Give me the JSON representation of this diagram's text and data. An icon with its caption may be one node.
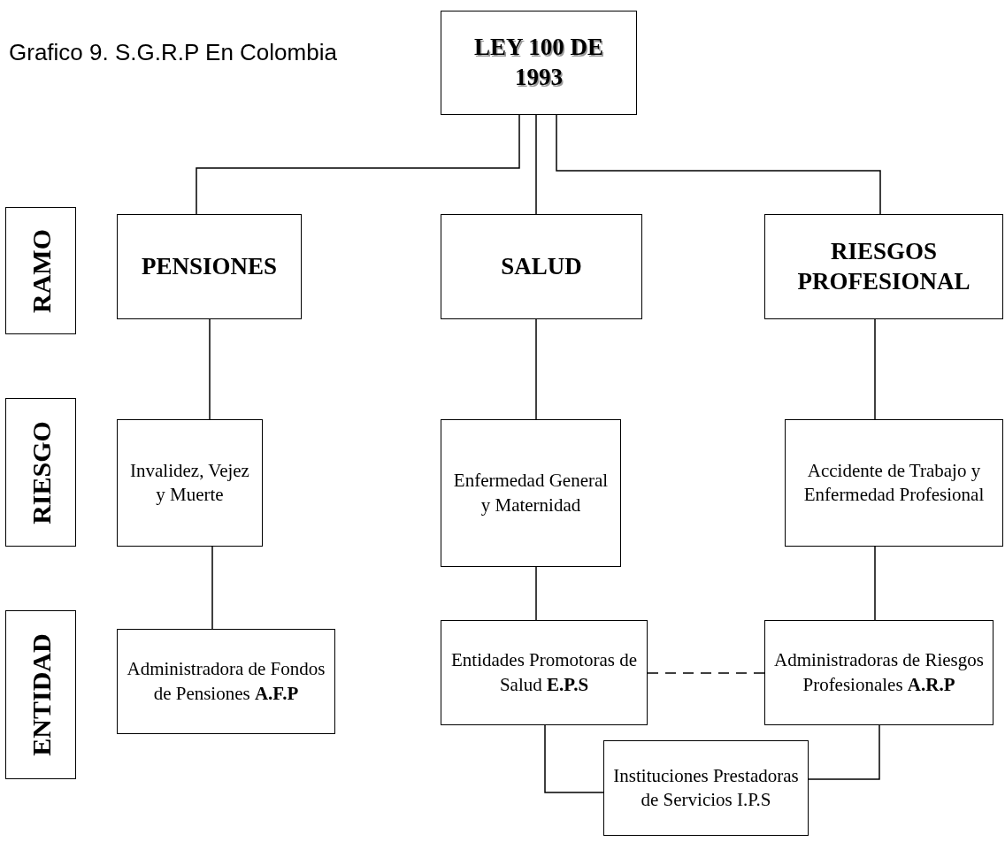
{
  "diagram": {
    "title": "Grafico 9. S.G.R.P En Colombia",
    "nodes": [
      {
        "text": [
          "LEY 100 DE 1993"
        ]
      },
      {
        "text": [
          "RAMO"
        ]
      },
      {
        "text": [
          "RIESGO"
        ]
      },
      {
        "text": [
          "ENTIDAD"
        ]
      },
      {
        "text": [
          "PENSIONES"
        ]
      },
      {
        "text": [
          "SALUD"
        ]
      },
      {
        "text": [
          "RIESGOS PROFESIONAL"
        ]
      },
      {
        "text": [
          "Invalidez, Vejez y Muerte"
        ]
      },
      {
        "text": [
          "Enfermedad General y Maternidad"
        ]
      },
      {
        "text": [
          "Accidente de Trabajo  y Enfermedad Profesional"
        ]
      },
      {
        "text": [
          "Administradora de Fondos de Pensiones **A.F.P**"
        ]
      },
      {
        "text": [
          "Entidades Promotoras de Salud **E.P.S**"
        ]
      },
      {
        "text": [
          "Administradoras de Riesgos Profesionales **A.R.P**"
        ]
      },
      {
        "text": [
          "Instituciones Prestadoras de Servicios I.P.S"
        ]
      }
    ],
    "edges": [
      {
        "from": 0,
        "to": 4,
        "arrow": "none"
      },
      {
        "from": 0,
        "to": 5,
        "arrow": "none"
      },
      {
        "from": 0,
        "to": 6,
        "arrow": "none"
      },
      {
        "from": 4,
        "to": 7,
        "arrow": "none"
      },
      {
        "from": 5,
        "to": 8,
        "arrow": "none"
      },
      {
        "from": 6,
        "to": 9,
        "arrow": "none"
      },
      {
        "from": 7,
        "to": 10,
        "arrow": "none"
      },
      {
        "from": 8,
        "to": 11,
        "arrow": "none"
      },
      {
        "from": 9,
        "to": 12,
        "arrow": "none"
      },
      {
        "from": 11,
        "to": 12,
        "arrow": "none",
        "style": "dashed"
      },
      {
        "from": 11,
        "to": 13,
        "arrow": "none"
      },
      {
        "from": 12,
        "to": 13,
        "arrow": "none"
      }
    ]
  }
}
